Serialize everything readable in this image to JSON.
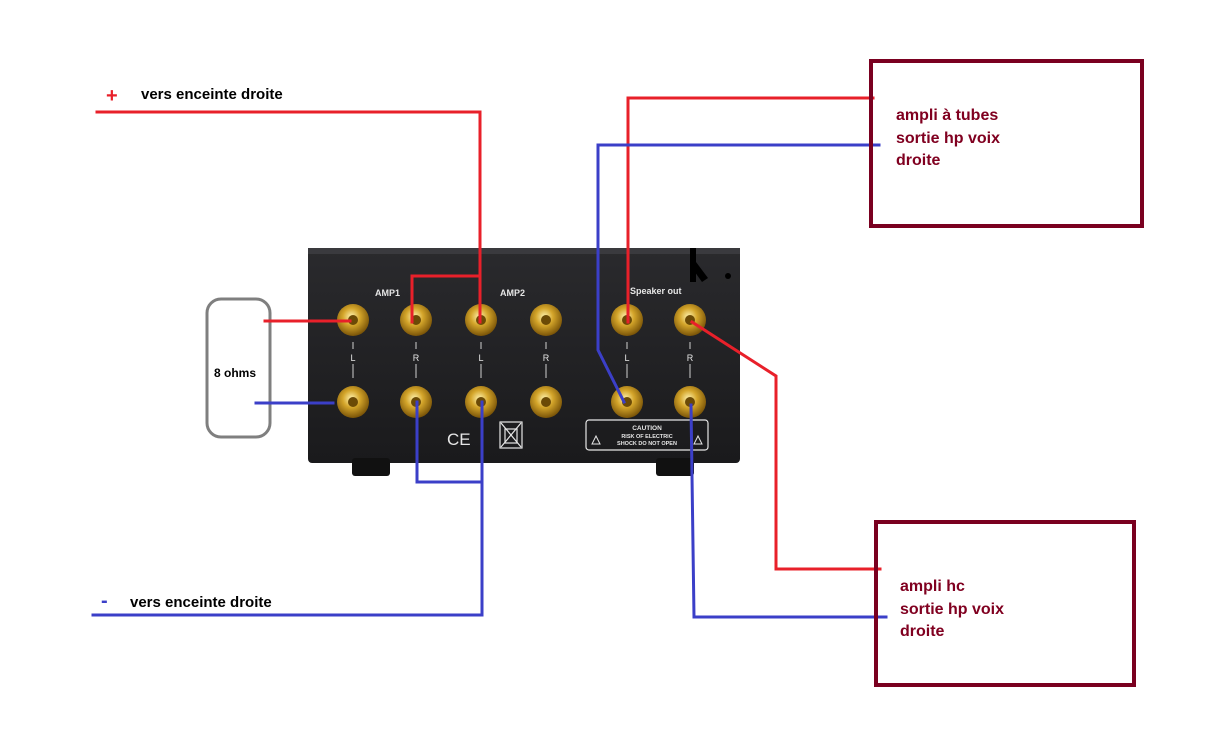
{
  "labels": {
    "plus_sign": "+",
    "minus_sign": "-",
    "positive_wire": "vers enceinte droite",
    "negative_wire": "vers enceinte droite",
    "resistor": "8 ohms"
  },
  "device": {
    "amp1": "AMP1",
    "amp2": "AMP2",
    "speaker_out": "Speaker out",
    "channels": [
      "L",
      "R",
      "L",
      "R",
      "L",
      "R"
    ],
    "ce_mark": "CE",
    "caution_title": "CAUTION",
    "caution_line1": "RISK OF ELECTRIC",
    "caution_line2": "SHOCK DO NOT OPEN"
  },
  "box_tubes": {
    "line1": "ampli à tubes",
    "line2": "sortie hp voix",
    "line3": "droite"
  },
  "box_hc": {
    "line1": "ampli hc",
    "line2": "sortie hp voix",
    "line3": "droite"
  },
  "colors": {
    "red_wire": "#e8202a",
    "blue_wire": "#3b3fc8",
    "box_border": "#7a0020",
    "box_text": "#800020"
  }
}
